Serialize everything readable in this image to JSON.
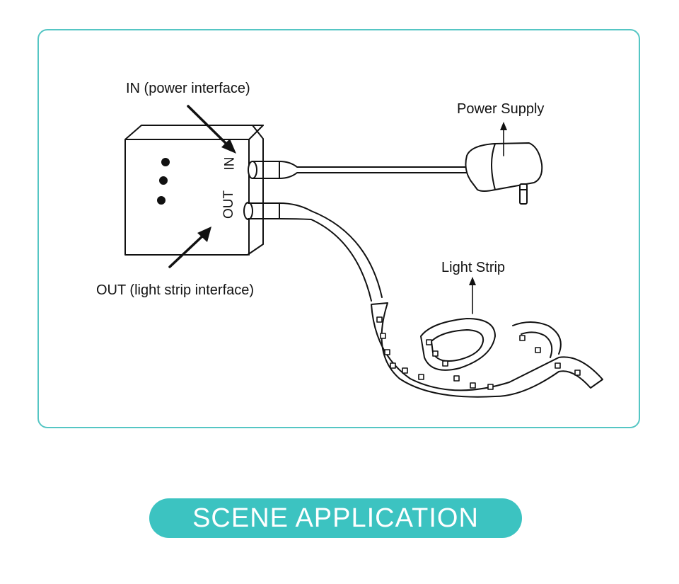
{
  "labels": {
    "in_note": "IN (power interface)",
    "out_note": "OUT (light strip interface)",
    "power_supply": "Power Supply",
    "light_strip": "Light Strip",
    "in_port": "IN",
    "out_port": "OUT"
  },
  "banner": "SCENE APPLICATION",
  "colors": {
    "accent": "#3cc3c1",
    "frame_border": "#55c6c4",
    "line": "#111111"
  }
}
